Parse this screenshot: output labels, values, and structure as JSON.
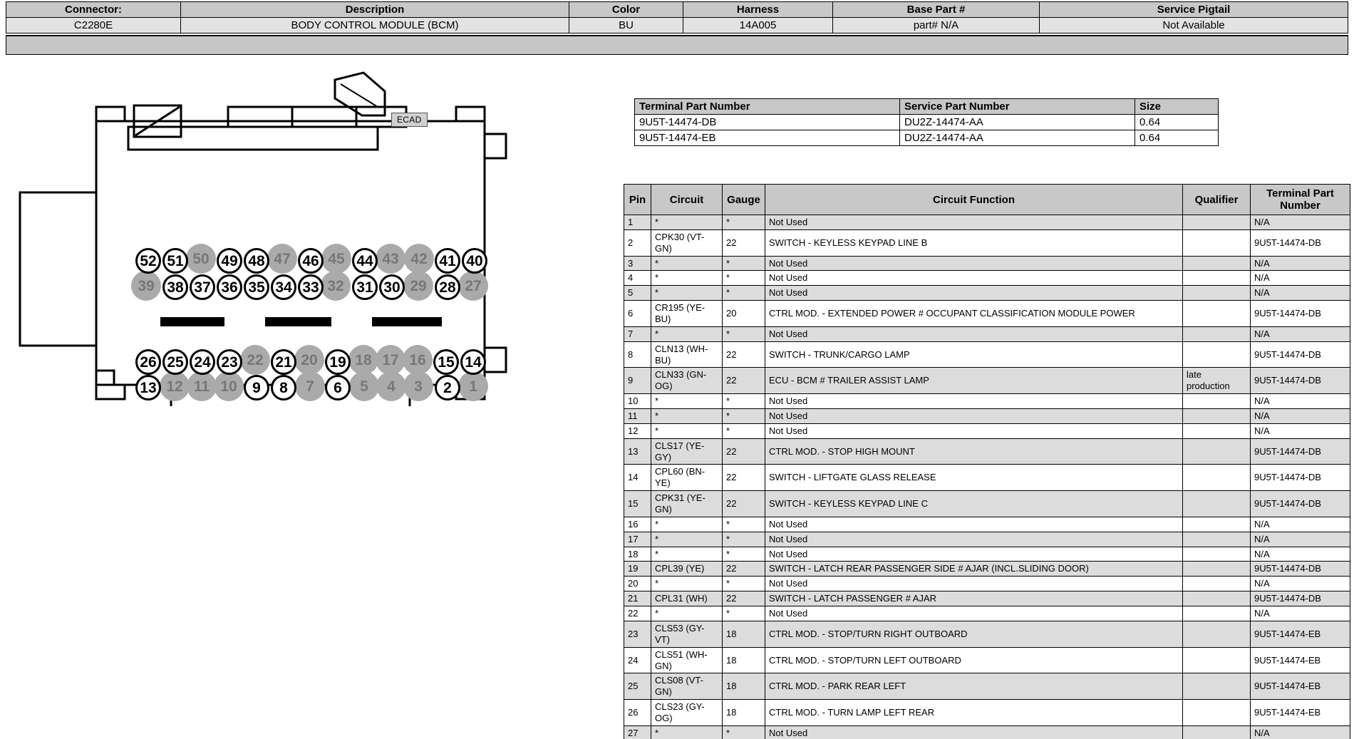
{
  "header": {
    "columns": [
      "Connector:",
      "Description",
      "Color",
      "Harness",
      "Base Part #",
      "Service Pigtail"
    ],
    "values": [
      "C2280E",
      "BODY CONTROL MODULE (BCM)",
      "BU",
      "14A005",
      "part# N/A",
      "Not Available"
    ]
  },
  "diagram": {
    "ecad_label": "ECAD",
    "rows": [
      {
        "name": "row-top-1",
        "pins": [
          {
            "n": "52",
            "used": true
          },
          {
            "n": "51",
            "used": true
          },
          {
            "n": "50",
            "used": false
          },
          {
            "n": "49",
            "used": true
          },
          {
            "n": "48",
            "used": true
          },
          {
            "n": "47",
            "used": false
          },
          {
            "n": "46",
            "used": true
          },
          {
            "n": "45",
            "used": false
          },
          {
            "n": "44",
            "used": true
          },
          {
            "n": "43",
            "used": false
          },
          {
            "n": "42",
            "used": false
          },
          {
            "n": "41",
            "used": true
          },
          {
            "n": "40",
            "used": true
          }
        ]
      },
      {
        "name": "row-top-2",
        "pins": [
          {
            "n": "39",
            "used": false
          },
          {
            "n": "38",
            "used": true
          },
          {
            "n": "37",
            "used": true
          },
          {
            "n": "36",
            "used": true
          },
          {
            "n": "35",
            "used": true
          },
          {
            "n": "34",
            "used": true
          },
          {
            "n": "33",
            "used": true
          },
          {
            "n": "32",
            "used": false
          },
          {
            "n": "31",
            "used": true
          },
          {
            "n": "30",
            "used": true
          },
          {
            "n": "29",
            "used": false
          },
          {
            "n": "28",
            "used": true
          },
          {
            "n": "27",
            "used": false
          }
        ]
      },
      {
        "name": "row-bottom-1",
        "pins": [
          {
            "n": "26",
            "used": true
          },
          {
            "n": "25",
            "used": true
          },
          {
            "n": "24",
            "used": true
          },
          {
            "n": "23",
            "used": true
          },
          {
            "n": "22",
            "used": false
          },
          {
            "n": "21",
            "used": true
          },
          {
            "n": "20",
            "used": false
          },
          {
            "n": "19",
            "used": true
          },
          {
            "n": "18",
            "used": false
          },
          {
            "n": "17",
            "used": false
          },
          {
            "n": "16",
            "used": false
          },
          {
            "n": "15",
            "used": true
          },
          {
            "n": "14",
            "used": true
          }
        ]
      },
      {
        "name": "row-bottom-2",
        "pins": [
          {
            "n": "13",
            "used": true
          },
          {
            "n": "12",
            "used": false
          },
          {
            "n": "11",
            "used": false
          },
          {
            "n": "10",
            "used": false
          },
          {
            "n": "9",
            "used": true
          },
          {
            "n": "8",
            "used": true
          },
          {
            "n": "7",
            "used": false
          },
          {
            "n": "6",
            "used": true
          },
          {
            "n": "5",
            "used": false
          },
          {
            "n": "4",
            "used": false
          },
          {
            "n": "3",
            "used": false
          },
          {
            "n": "2",
            "used": true
          },
          {
            "n": "1",
            "used": false
          }
        ]
      }
    ]
  },
  "terminal_table": {
    "columns": [
      "Terminal Part Number",
      "Service Part Number",
      "Size"
    ],
    "rows": [
      [
        "9U5T-14474-DB",
        "DU2Z-14474-AA",
        "0.64"
      ],
      [
        "9U5T-14474-EB",
        "DU2Z-14474-AA",
        "0.64"
      ]
    ]
  },
  "pin_table": {
    "columns": [
      "Pin",
      "Circuit",
      "Gauge",
      "Circuit Function",
      "Qualifier",
      "Terminal Part Number"
    ],
    "rows": [
      {
        "pin": "1",
        "circuit": "*",
        "gauge": "*",
        "function": "Not Used",
        "qualifier": "",
        "terminal": "N/A"
      },
      {
        "pin": "2",
        "circuit": "CPK30 (VT-GN)",
        "gauge": "22",
        "function": "SWITCH - KEYLESS KEYPAD LINE B",
        "qualifier": "",
        "terminal": "9U5T-14474-DB"
      },
      {
        "pin": "3",
        "circuit": "*",
        "gauge": "*",
        "function": "Not Used",
        "qualifier": "",
        "terminal": "N/A"
      },
      {
        "pin": "4",
        "circuit": "*",
        "gauge": "*",
        "function": "Not Used",
        "qualifier": "",
        "terminal": "N/A"
      },
      {
        "pin": "5",
        "circuit": "*",
        "gauge": "*",
        "function": "Not Used",
        "qualifier": "",
        "terminal": "N/A"
      },
      {
        "pin": "6",
        "circuit": "CR195 (YE-BU)",
        "gauge": "20",
        "function": "CTRL MOD. - EXTENDED POWER # OCCUPANT CLASSIFICATION MODULE POWER",
        "qualifier": "",
        "terminal": "9U5T-14474-DB"
      },
      {
        "pin": "7",
        "circuit": "*",
        "gauge": "*",
        "function": "Not Used",
        "qualifier": "",
        "terminal": "N/A"
      },
      {
        "pin": "8",
        "circuit": "CLN13 (WH-BU)",
        "gauge": "22",
        "function": "SWITCH - TRUNK/CARGO LAMP",
        "qualifier": "",
        "terminal": "9U5T-14474-DB"
      },
      {
        "pin": "9",
        "circuit": "CLN33 (GN-OG)",
        "gauge": "22",
        "function": "ECU - BCM # TRAILER ASSIST LAMP",
        "qualifier": "late production",
        "terminal": "9U5T-14474-DB"
      },
      {
        "pin": "10",
        "circuit": "*",
        "gauge": "*",
        "function": "Not Used",
        "qualifier": "",
        "terminal": "N/A"
      },
      {
        "pin": "11",
        "circuit": "*",
        "gauge": "*",
        "function": "Not Used",
        "qualifier": "",
        "terminal": "N/A"
      },
      {
        "pin": "12",
        "circuit": "*",
        "gauge": "*",
        "function": "Not Used",
        "qualifier": "",
        "terminal": "N/A"
      },
      {
        "pin": "13",
        "circuit": "CLS17 (YE-GY)",
        "gauge": "22",
        "function": "CTRL MOD. - STOP HIGH MOUNT",
        "qualifier": "",
        "terminal": "9U5T-14474-DB"
      },
      {
        "pin": "14",
        "circuit": "CPL60 (BN-YE)",
        "gauge": "22",
        "function": "SWITCH - LIFTGATE GLASS RELEASE",
        "qualifier": "",
        "terminal": "9U5T-14474-DB"
      },
      {
        "pin": "15",
        "circuit": "CPK31 (YE-GN)",
        "gauge": "22",
        "function": "SWITCH - KEYLESS KEYPAD LINE C",
        "qualifier": "",
        "terminal": "9U5T-14474-DB"
      },
      {
        "pin": "16",
        "circuit": "*",
        "gauge": "*",
        "function": "Not Used",
        "qualifier": "",
        "terminal": "N/A"
      },
      {
        "pin": "17",
        "circuit": "*",
        "gauge": "*",
        "function": "Not Used",
        "qualifier": "",
        "terminal": "N/A"
      },
      {
        "pin": "18",
        "circuit": "*",
        "gauge": "*",
        "function": "Not Used",
        "qualifier": "",
        "terminal": "N/A"
      },
      {
        "pin": "19",
        "circuit": "CPL39 (YE)",
        "gauge": "22",
        "function": "SWITCH - LATCH REAR PASSENGER SIDE # AJAR (INCL.SLIDING DOOR)",
        "qualifier": "",
        "terminal": "9U5T-14474-DB"
      },
      {
        "pin": "20",
        "circuit": "*",
        "gauge": "*",
        "function": "Not Used",
        "qualifier": "",
        "terminal": "N/A"
      },
      {
        "pin": "21",
        "circuit": "CPL31 (WH)",
        "gauge": "22",
        "function": "SWITCH - LATCH PASSENGER # AJAR",
        "qualifier": "",
        "terminal": "9U5T-14474-DB"
      },
      {
        "pin": "22",
        "circuit": "*",
        "gauge": "*",
        "function": "Not Used",
        "qualifier": "",
        "terminal": "N/A"
      },
      {
        "pin": "23",
        "circuit": "CLS53 (GY-VT)",
        "gauge": "18",
        "function": "CTRL MOD. - STOP/TURN RIGHT OUTBOARD",
        "qualifier": "",
        "terminal": "9U5T-14474-EB"
      },
      {
        "pin": "24",
        "circuit": "CLS51 (WH-GN)",
        "gauge": "18",
        "function": "CTRL MOD. - STOP/TURN LEFT OUTBOARD",
        "qualifier": "",
        "terminal": "9U5T-14474-EB"
      },
      {
        "pin": "25",
        "circuit": "CLS08 (VT-GN)",
        "gauge": "18",
        "function": "CTRL MOD. - PARK REAR LEFT",
        "qualifier": "",
        "terminal": "9U5T-14474-EB"
      },
      {
        "pin": "26",
        "circuit": "CLS23 (GY-OG)",
        "gauge": "18",
        "function": "CTRL MOD. - TURN LAMP LEFT REAR",
        "qualifier": "",
        "terminal": "9U5T-14474-EB"
      },
      {
        "pin": "27",
        "circuit": "*",
        "gauge": "*",
        "function": "Not Used",
        "qualifier": "",
        "terminal": "N/A"
      }
    ]
  }
}
